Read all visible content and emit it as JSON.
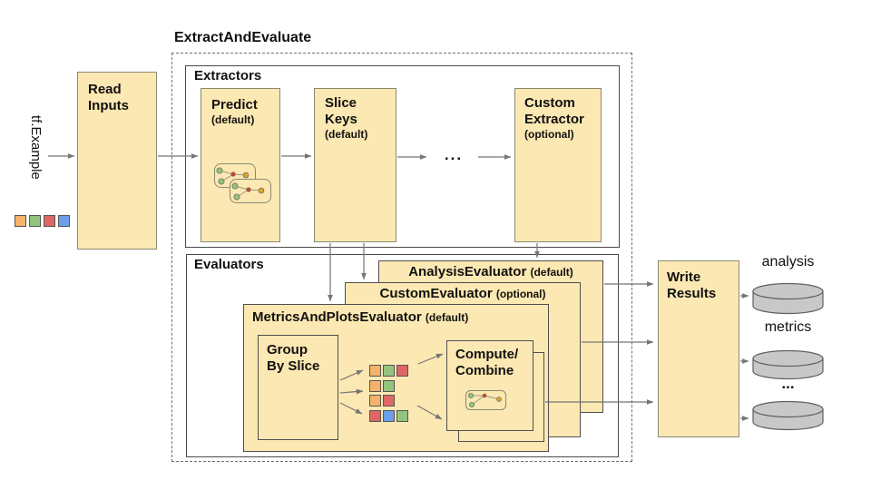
{
  "diagram_title": "ExtractAndEvaluate",
  "input": {
    "label": "tf.Example"
  },
  "read_inputs": {
    "lines": [
      "Read",
      "Inputs"
    ]
  },
  "extractors": {
    "label": "Extractors",
    "predict": {
      "title": "Predict",
      "qualifier": "(default)"
    },
    "slice_keys": {
      "title_lines": [
        "Slice",
        "Keys"
      ],
      "qualifier": "(default)"
    },
    "ellipsis": "...",
    "custom": {
      "title_lines": [
        "Custom",
        "Extractor"
      ],
      "qualifier": "(optional)"
    }
  },
  "evaluators": {
    "label": "Evaluators",
    "analysis": {
      "title": "AnalysisEvaluator",
      "qualifier": "(default)"
    },
    "custom": {
      "title": "CustomEvaluator",
      "qualifier": "(optional)"
    },
    "metrics_and_plots": {
      "title": "MetricsAndPlotsEvaluator",
      "qualifier": "(default)"
    },
    "group_by_slice": {
      "lines": [
        "Group",
        "By Slice"
      ]
    },
    "compute_combine": {
      "lines": [
        "Compute/",
        "Combine"
      ]
    }
  },
  "write_results": {
    "lines": [
      "Write",
      "Results"
    ]
  },
  "outputs": [
    {
      "label": "analysis"
    },
    {
      "label": "metrics"
    },
    {
      "label": "..."
    }
  ],
  "legend_squares": [
    "orange",
    "green",
    "red",
    "blue"
  ],
  "slice_grid": [
    [
      "orange",
      "green",
      "red"
    ],
    [
      "orange",
      "green"
    ],
    [
      "orange",
      "red"
    ],
    [
      "red",
      "blue",
      "green"
    ]
  ],
  "palette": {
    "orange": "#f6b26b",
    "green": "#93c47d",
    "red": "#e06666",
    "blue": "#6d9eeb",
    "box_fill": "#fce8b2",
    "cylinder_fill": "#c8c8c8",
    "arrow": "#757575"
  }
}
